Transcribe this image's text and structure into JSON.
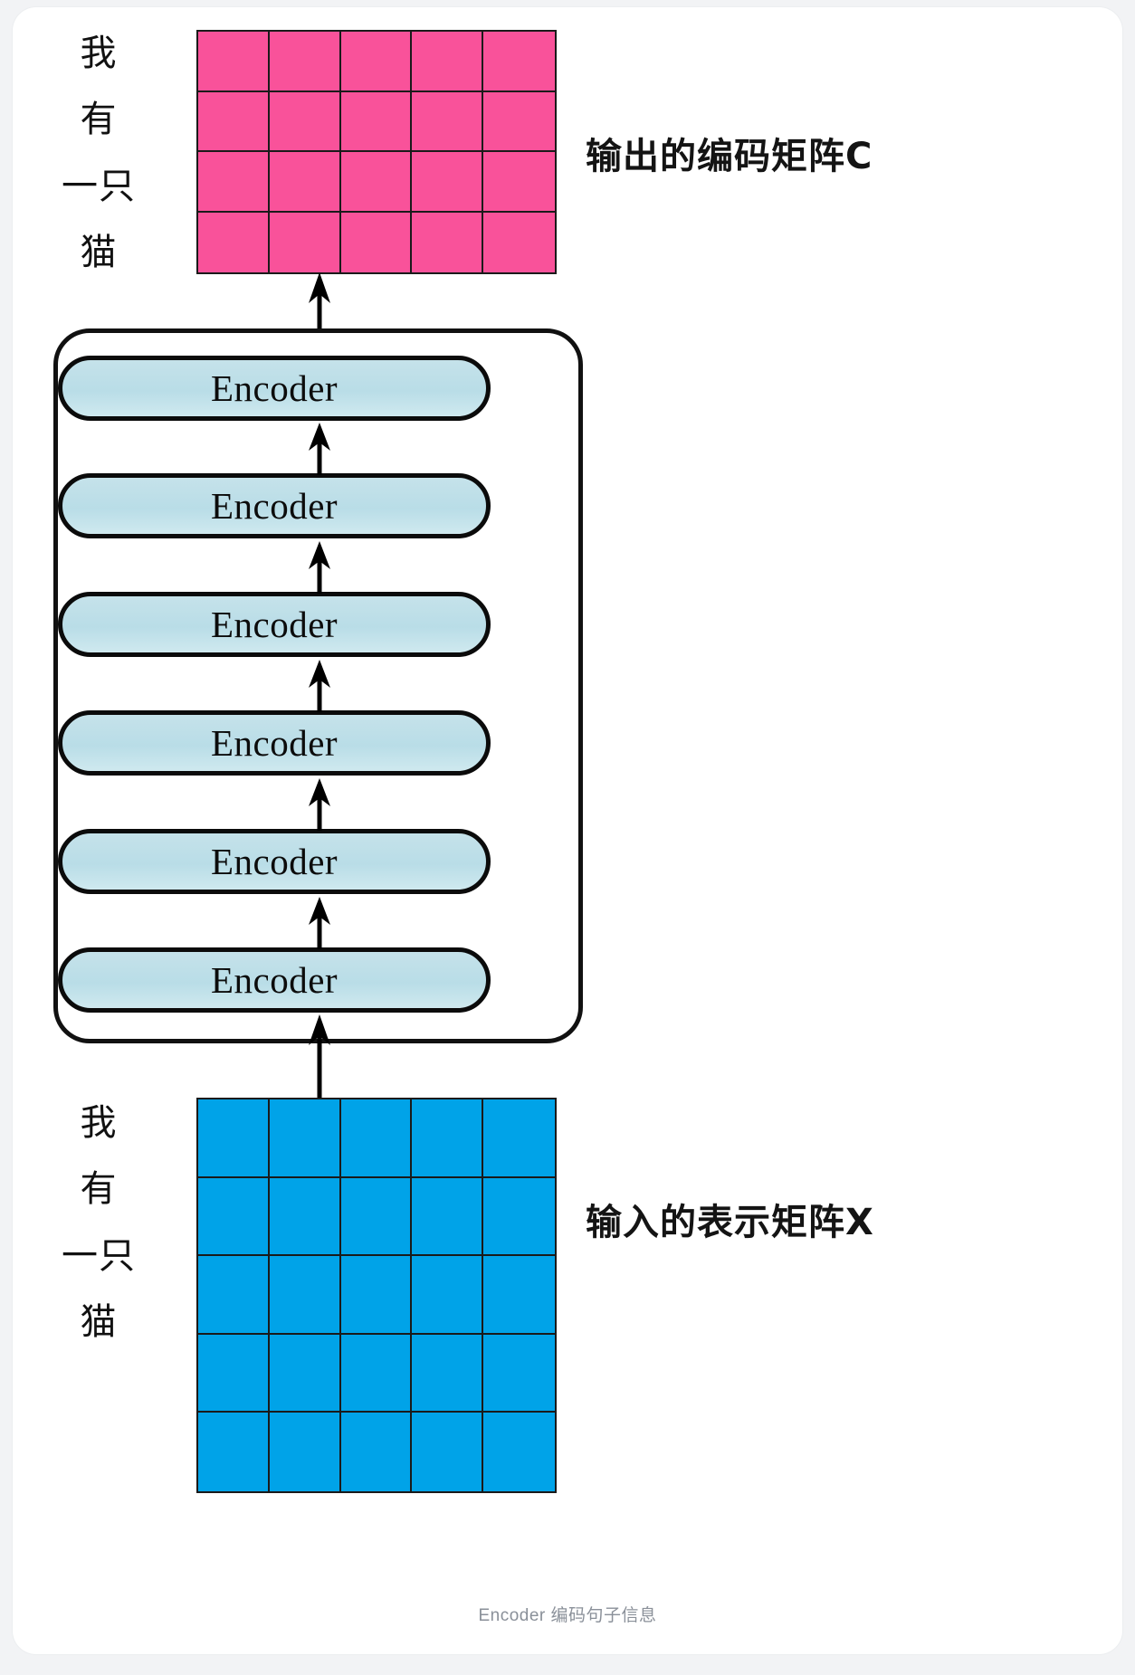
{
  "figure": {
    "caption": "Encoder 编码句子信息",
    "background_color": "#f2f3f5",
    "card_color": "#ffffff"
  },
  "output": {
    "label": "输出的编码矩阵C",
    "matrix": {
      "color": "#F9529A",
      "rows": 4,
      "cols": 5,
      "border_color": "#1a1a1a"
    },
    "tokens": [
      "我",
      "有",
      "一只",
      "猫"
    ]
  },
  "input": {
    "label": "输入的表示矩阵X",
    "matrix": {
      "color": "#00A3E8",
      "rows": 5,
      "cols": 5,
      "border_color": "#1a1a1a"
    },
    "tokens": [
      "我",
      "有",
      "一只",
      "猫"
    ]
  },
  "encoder_stack": {
    "count": 6,
    "fill_color": "#c2e0e9",
    "border_color": "#0b0b0b",
    "boxes": [
      {
        "label": "Encoder"
      },
      {
        "label": "Encoder"
      },
      {
        "label": "Encoder"
      },
      {
        "label": "Encoder"
      },
      {
        "label": "Encoder"
      },
      {
        "label": "Encoder"
      }
    ]
  },
  "arrows": {
    "direction": "up",
    "color": "#000000",
    "count": 7
  }
}
